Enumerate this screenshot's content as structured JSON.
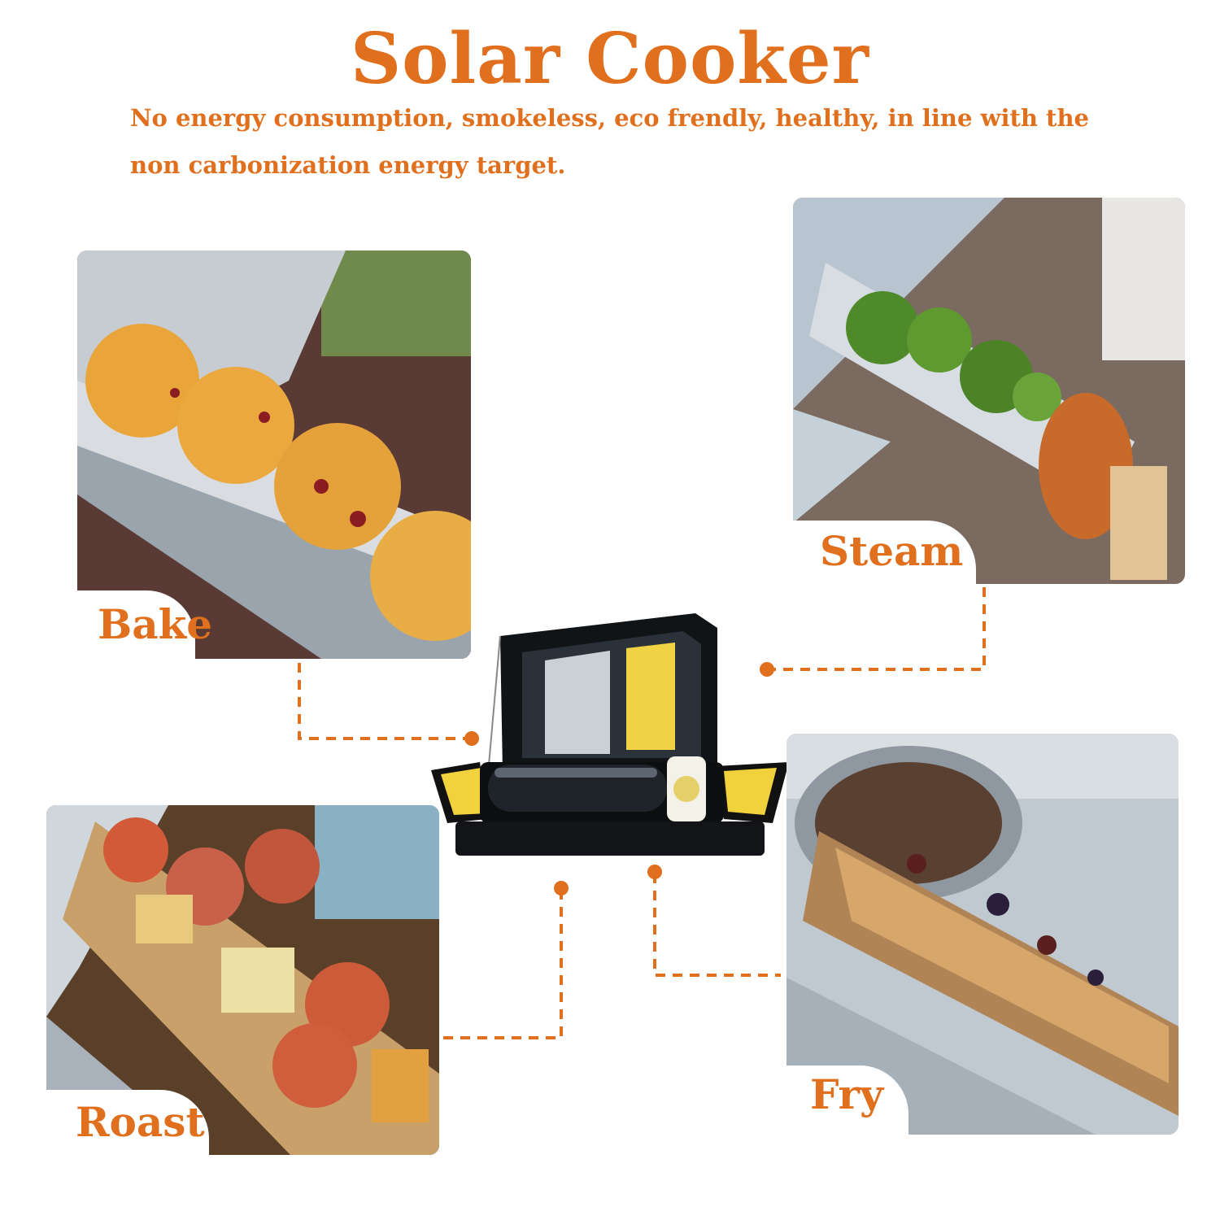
{
  "header": {
    "title": "Solar Cooker",
    "subtitle": "No energy consumption, smokeless, eco frendly, healthy, in line with the non carbonization energy target."
  },
  "features": {
    "bake": {
      "label": "Bake"
    },
    "steam": {
      "label": "Steam"
    },
    "roast": {
      "label": "Roast"
    },
    "fry": {
      "label": "Fry"
    }
  },
  "colors": {
    "accent": "#e0701e",
    "foil": "#b9c3cc",
    "food": "#e8a33a"
  }
}
